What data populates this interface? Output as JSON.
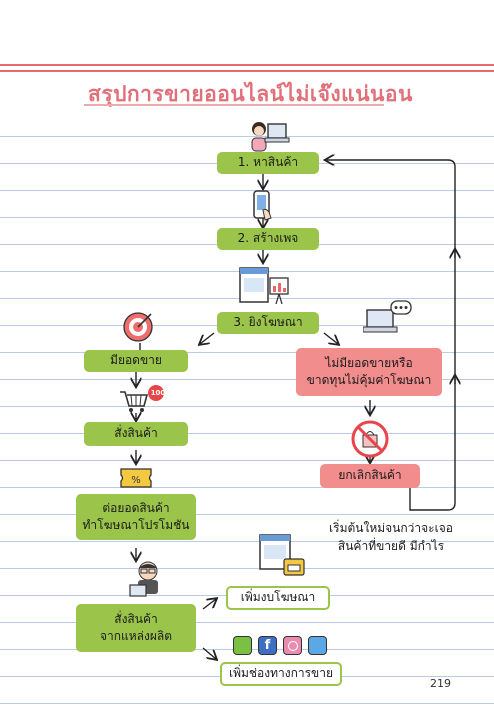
{
  "title": "สรุปการขายออนไลน์ไม่เจ๊งแน่นอน",
  "steps": {
    "find_product": "1. หาสินค้า",
    "create_page": "2. สร้างเพจ",
    "advertise": "3. ยิงโฆษณา"
  },
  "left_branch": {
    "has_sales": "มียอดขาย",
    "badge": "100",
    "order_product": "สั่งสินค้า",
    "continue_line1": "ต่อยอดสินค้า",
    "continue_line2": "ทำโฆษณาโปรโมชัน",
    "order_source_line1": "สั่งสินค้า",
    "order_source_line2": "จากแหล่งผลิต",
    "increase_budget": "เพิ่มงบโฆษณา",
    "add_channels": "เพิ่มช่องทางการขาย"
  },
  "right_branch": {
    "no_sales_line1": "ไม่มียอดขายหรือ",
    "no_sales_line2": "ขาดทุนไม่คุ้มค่าโฆษณา",
    "cancel_product": "ยกเลิกสินค้า",
    "restart_line1": "เริ่มต้นใหม่จนกว่าจะเจอ",
    "restart_line2": "สินค้าที่ขายดี มีกำไร"
  },
  "channel_icons": [
    "line-icon",
    "facebook-icon",
    "instagram-icon",
    "twitter-icon"
  ],
  "page_number": "219",
  "colors": {
    "green_box": "#9bc44a",
    "pink_box": "#f28d8d",
    "title": "#e0707a",
    "rule": "#b9cbe6"
  }
}
